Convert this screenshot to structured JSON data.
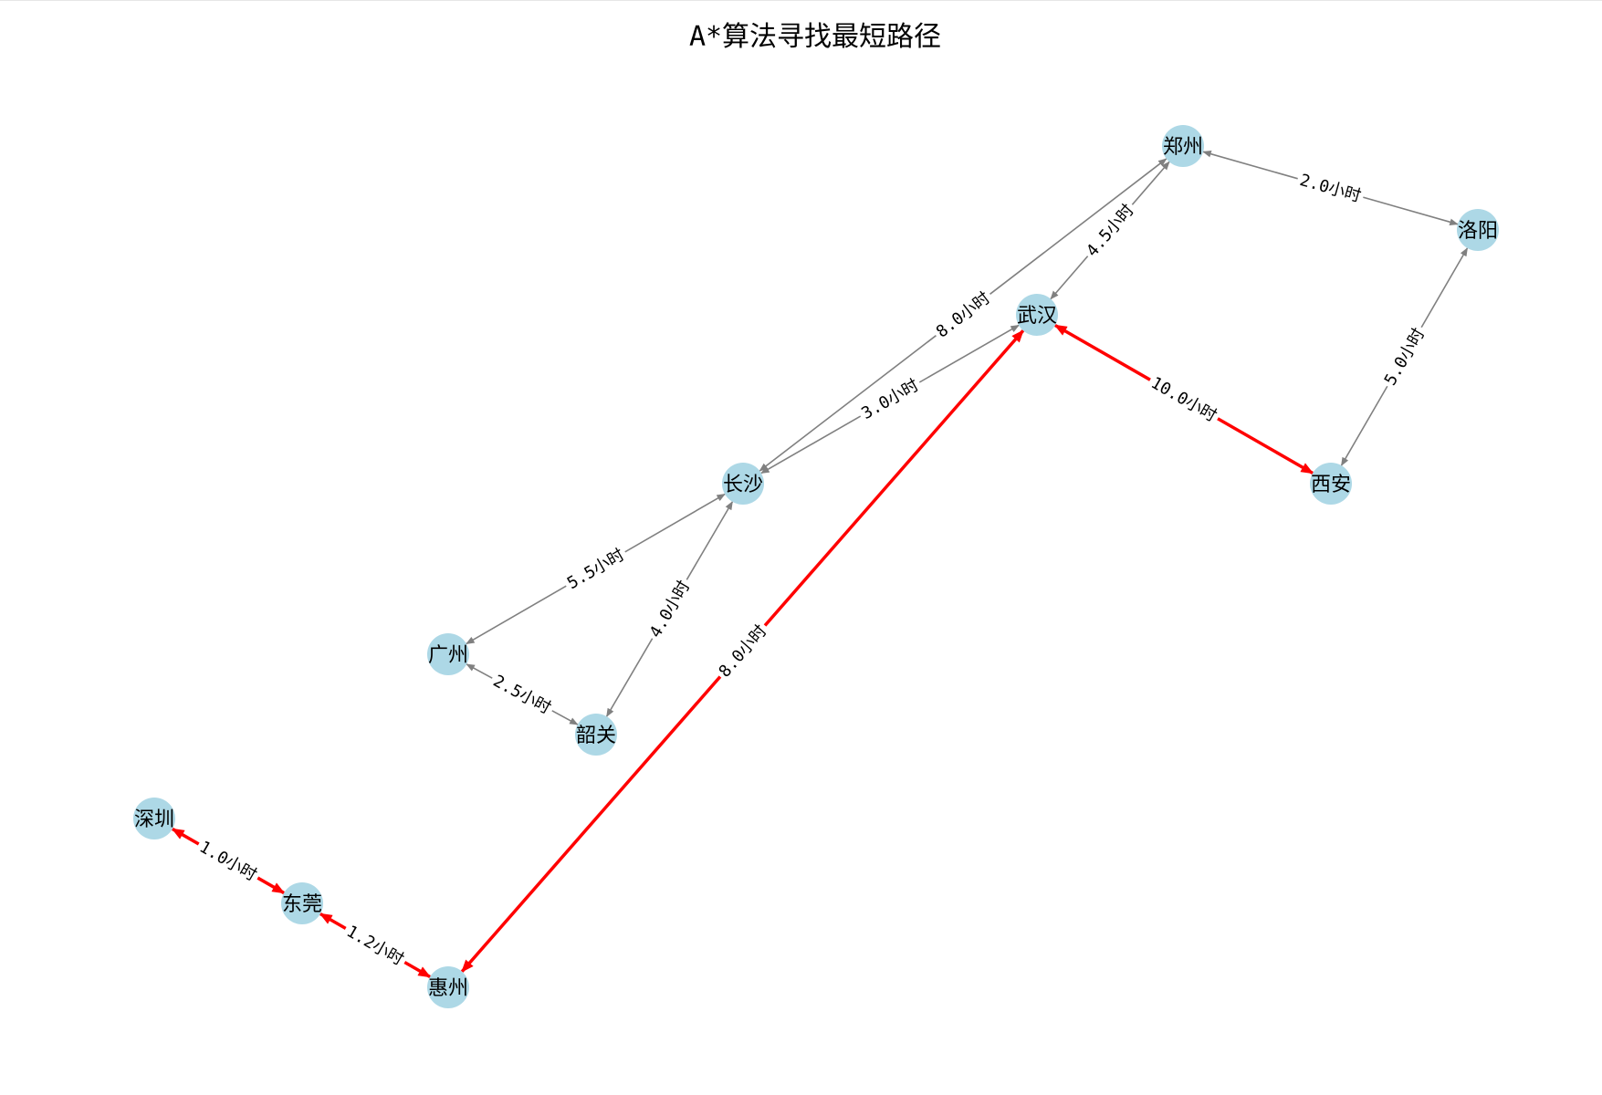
{
  "title": "A*算法寻找最短路径",
  "colors": {
    "node_fill": "#add8e6",
    "edge_normal": "#808080",
    "edge_path": "#ff0000",
    "label_bg": "#ffffff",
    "text": "#000000"
  },
  "nodes": [
    {
      "id": "shenzhen",
      "label": "深圳"
    },
    {
      "id": "dongguan",
      "label": "东莞"
    },
    {
      "id": "huizhou",
      "label": "惠州"
    },
    {
      "id": "guangzhou",
      "label": "广州"
    },
    {
      "id": "shaoguan",
      "label": "韶关"
    },
    {
      "id": "changsha",
      "label": "长沙"
    },
    {
      "id": "wuhan",
      "label": "武汉"
    },
    {
      "id": "zhengzhou",
      "label": "郑州"
    },
    {
      "id": "luoyang",
      "label": "洛阳"
    },
    {
      "id": "xian",
      "label": "西安"
    }
  ],
  "edges": [
    {
      "from": "shenzhen",
      "to": "dongguan",
      "label": "1.0小时",
      "on_path": true
    },
    {
      "from": "dongguan",
      "to": "huizhou",
      "label": "1.2小时",
      "on_path": true
    },
    {
      "from": "huizhou",
      "to": "wuhan",
      "label": "8.0小时",
      "on_path": true
    },
    {
      "from": "wuhan",
      "to": "xian",
      "label": "10.0小时",
      "on_path": true
    },
    {
      "from": "guangzhou",
      "to": "shaoguan",
      "label": "2.5小时",
      "on_path": false
    },
    {
      "from": "guangzhou",
      "to": "changsha",
      "label": "5.5小时",
      "on_path": false
    },
    {
      "from": "shaoguan",
      "to": "changsha",
      "label": "4.0小时",
      "on_path": false
    },
    {
      "from": "changsha",
      "to": "wuhan",
      "label": "3.0小时",
      "on_path": false
    },
    {
      "from": "changsha",
      "to": "zhengzhou",
      "label": "8.0小时",
      "on_path": false
    },
    {
      "from": "wuhan",
      "to": "zhengzhou",
      "label": "4.5小时",
      "on_path": false
    },
    {
      "from": "zhengzhou",
      "to": "luoyang",
      "label": "2.0小时",
      "on_path": false
    },
    {
      "from": "luoyang",
      "to": "xian",
      "label": "5.0小时",
      "on_path": false
    }
  ]
}
